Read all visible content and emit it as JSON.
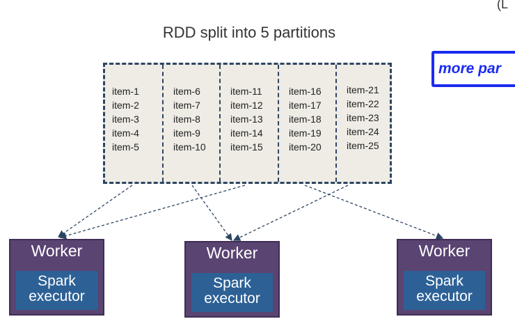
{
  "corner_text": "(L",
  "title": "RDD split into 5 partitions",
  "partitions": [
    {
      "items": [
        "item-1",
        "item-2",
        "item-3",
        "item-4",
        "item-5"
      ]
    },
    {
      "items": [
        "item-6",
        "item-7",
        "item-8",
        "item-9",
        "item-10"
      ]
    },
    {
      "items": [
        "item-11",
        "item-12",
        "item-13",
        "item-14",
        "item-15"
      ]
    },
    {
      "items": [
        "item-16",
        "item-17",
        "item-18",
        "item-19",
        "item-20"
      ]
    },
    {
      "items": [
        "item-21",
        "item-22",
        "item-23",
        "item-24",
        "item-25"
      ]
    }
  ],
  "callout": "more par",
  "workers": [
    {
      "label": "Worker",
      "executor_line1": "Spark",
      "executor_line2": "executor"
    },
    {
      "label": "Worker",
      "executor_line1": "Spark",
      "executor_line2": "executor"
    },
    {
      "label": "Worker",
      "executor_line1": "Spark",
      "executor_line2": "executor"
    }
  ],
  "colors": {
    "partition_fill": "#eeece4",
    "partition_border": "#2c4563",
    "worker_fill": "#5a4472",
    "executor_fill": "#2d6196",
    "callout": "#1b2bf0"
  }
}
